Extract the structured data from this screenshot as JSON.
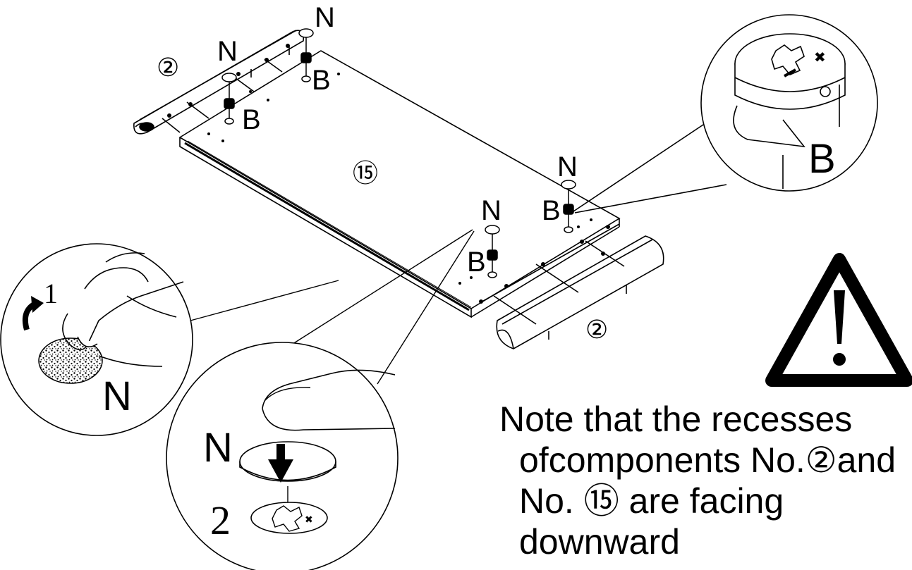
{
  "labels": {
    "part_n": "N",
    "part_b": "B",
    "component_2": "②",
    "component_15": "⑮",
    "step_1": "1",
    "step_2": "2"
  },
  "note": {
    "line1": "Note that the recesses",
    "line2": "ofcomponents No.②and",
    "line3": "No. ⑮ are facing",
    "line4": "downward"
  },
  "icons": [
    "warning-triangle-icon",
    "arrow-down-icon",
    "rotate-arrow-icon"
  ]
}
